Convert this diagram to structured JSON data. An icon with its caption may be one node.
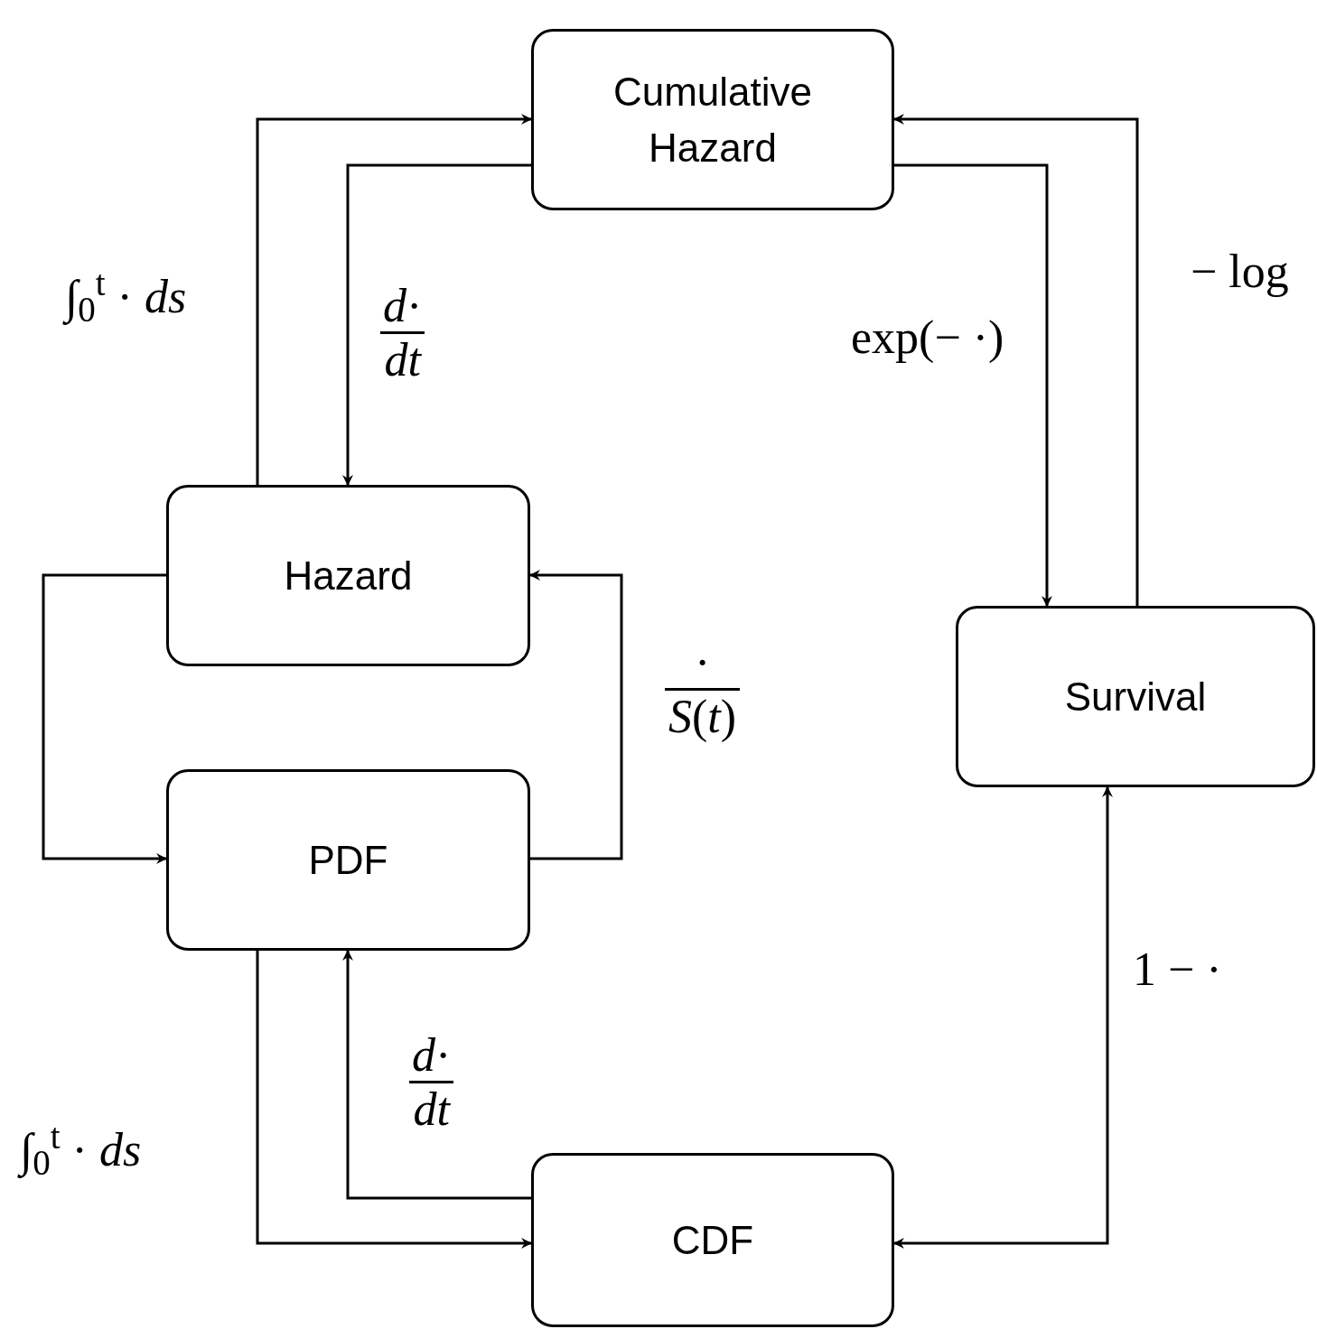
{
  "diagram": {
    "nodes": [
      {
        "text": [
          "Cumulative Hazard"
        ]
      },
      {
        "text": [
          "Hazard"
        ]
      },
      {
        "text": [
          "Survival"
        ]
      },
      {
        "text": [
          "PDF"
        ]
      },
      {
        "text": [
          "CDF"
        ]
      }
    ],
    "edges": [
      {
        "from": 1,
        "to": 0,
        "arrow": "to",
        "label": "∫$_{0}$$^{t}$ · *ds*"
      },
      {
        "from": 0,
        "to": 1,
        "arrow": "to",
        "label": "*d*· *dt*"
      },
      {
        "from": 0,
        "to": 2,
        "arrow": "to",
        "label": "exp(− ·)"
      },
      {
        "from": 2,
        "to": 0,
        "arrow": "to",
        "label": "− log"
      },
      {
        "from": 1,
        "to": 3,
        "arrow": "to"
      },
      {
        "from": 3,
        "to": 1,
        "arrow": "to",
        "label": "· *S*(*t*)"
      },
      {
        "from": 3,
        "to": 4,
        "arrow": "to",
        "label": "∫$_{0}$$^{t}$ · *ds*"
      },
      {
        "from": 4,
        "to": 3,
        "arrow": "to",
        "label": "*d*· *dt*"
      },
      {
        "from": 4,
        "to": 2,
        "arrow": "both",
        "label": "1 − ·"
      }
    ]
  }
}
